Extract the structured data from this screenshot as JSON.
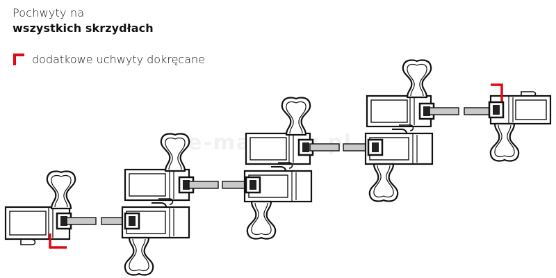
{
  "title": {
    "line1": "Pochwyty na",
    "line2": "wszystkich skrzydłach"
  },
  "legend": {
    "label": "dodatkowe uchwyty dokręcane",
    "color": "#e30613"
  },
  "watermark": "e-markety.pl",
  "colors": {
    "stroke": "#111111",
    "bar_fill": "#c9c9c9",
    "accent": "#e30613"
  }
}
